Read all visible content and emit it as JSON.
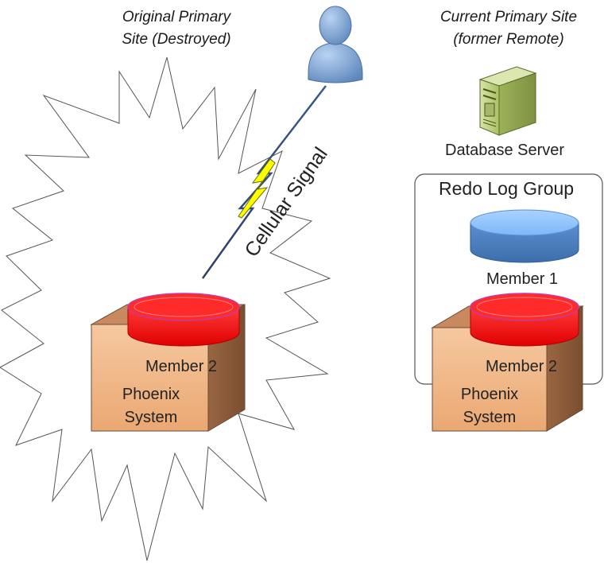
{
  "left_site": {
    "title_line1": "Original Primary",
    "title_line2": "Site (Destroyed)",
    "member_label": "Member 2",
    "system_line1": "Phoenix",
    "system_line2": "System"
  },
  "signal": {
    "label": "Cellular Signal"
  },
  "right_site": {
    "title_line1": "Current Primary Site",
    "title_line2": "(former Remote)",
    "server_label": "Database Server",
    "group_label": "Redo Log Group",
    "member1_label": "Member 1",
    "member2_label": "Member 2",
    "system_line1": "Phoenix",
    "system_line2": "System"
  },
  "colors": {
    "box_front": "#f2b98a",
    "box_side": "#8a5a3a",
    "disk_red": "#ff1a1a",
    "disk_blue": "#6fa7e6",
    "server_green": "#b9cf7a",
    "person_blue": "#7fa6d6",
    "bolt_yellow": "#ffff00"
  }
}
